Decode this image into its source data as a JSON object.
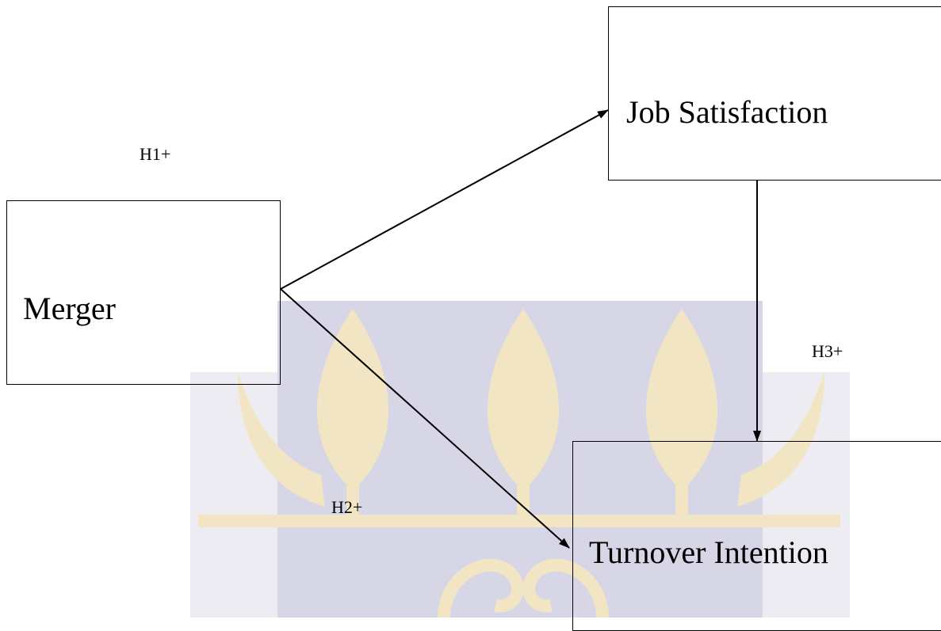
{
  "nodes": {
    "merger": "Merger",
    "job_satisfaction": "Job Satisfaction",
    "turnover_intention": "Turnover Intention"
  },
  "hypotheses": {
    "h1": "H1+",
    "h2": "H2+",
    "h3": "H3+"
  },
  "watermark": {
    "icon": "university-crest-icon",
    "colors": {
      "background": "#d4d4e4",
      "leaf": "#f2e6c4",
      "stroke": "#e8d6a0"
    }
  }
}
